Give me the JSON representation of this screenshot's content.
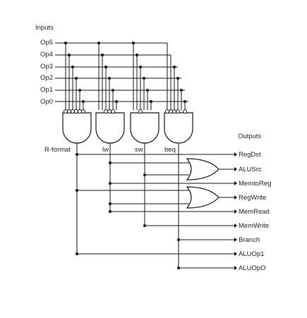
{
  "headings": {
    "inputs": "Inputs",
    "outputs": "Outputs"
  },
  "inputs": [
    "Op5",
    "Op4",
    "Op3",
    "Op2",
    "Op1",
    "Op0"
  ],
  "decoders": [
    "R-format",
    "lw",
    "sw",
    "beq"
  ],
  "outputs": [
    "RegDst",
    "ALUSrc",
    "MemtoReg",
    "RegWrite",
    "MemRead",
    "MemWrite",
    "Branch",
    "ALUOp1",
    "ALUOpO"
  ]
}
